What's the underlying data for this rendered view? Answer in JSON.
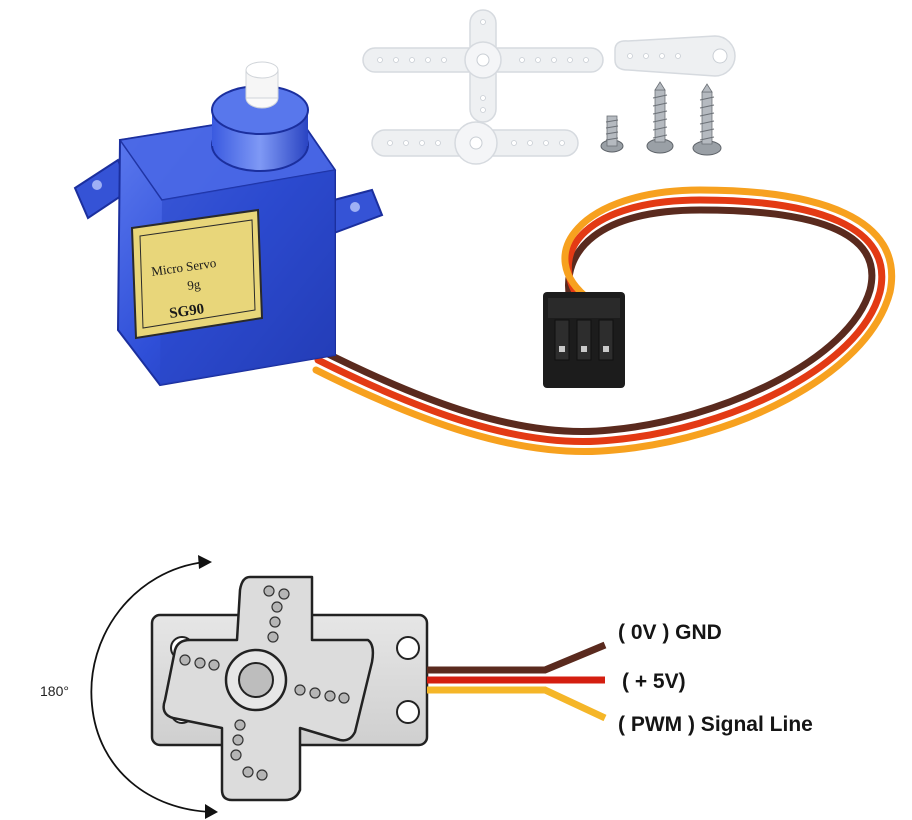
{
  "servo_body": {
    "label_line1": "Micro Servo",
    "label_line2": "9g",
    "model": "SG90"
  },
  "diagram": {
    "rotation_label": "180°",
    "wires": [
      {
        "label": "( 0V ) GND",
        "color": "#5a2a1e"
      },
      {
        "label": "( + 5V)",
        "color": "#d41e10"
      },
      {
        "label": "( PWM ) Signal Line",
        "color": "#f5b628"
      }
    ]
  },
  "colors": {
    "servo_case": "#2f4fd8",
    "servo_case_dark": "#1b2f9e",
    "label_plate": "#e8d67a",
    "horn": "#eef0f2",
    "wire_brown": "#5a2a1e",
    "wire_red": "#e33a14",
    "wire_orange": "#f7a11f",
    "connector": "#1c1c1c",
    "diagram_body": "#d9d9d9"
  }
}
